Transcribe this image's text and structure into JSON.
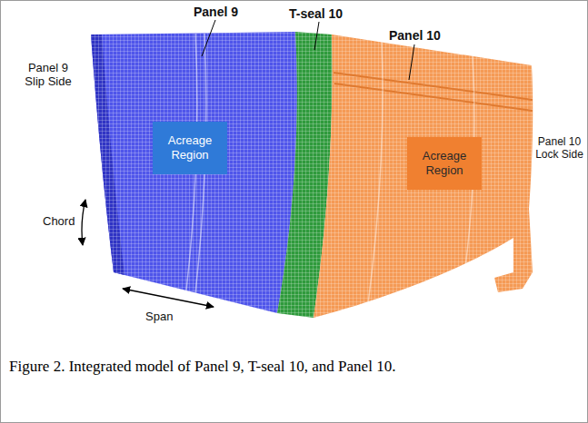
{
  "diagram": {
    "caption": "Figure 2. Integrated model of Panel 9, T-seal 10, and Panel 10.",
    "nodes": [
      {
        "text": [
          "Acreage Region"
        ]
      },
      {
        "text": [
          "Acreage Region"
        ]
      }
    ],
    "labels": [
      "Panel 9",
      "T-seal 10",
      "Panel 10",
      "Panel 9 Slip Side",
      "Panel 10 Lock Side",
      "Chord",
      "Span"
    ]
  }
}
